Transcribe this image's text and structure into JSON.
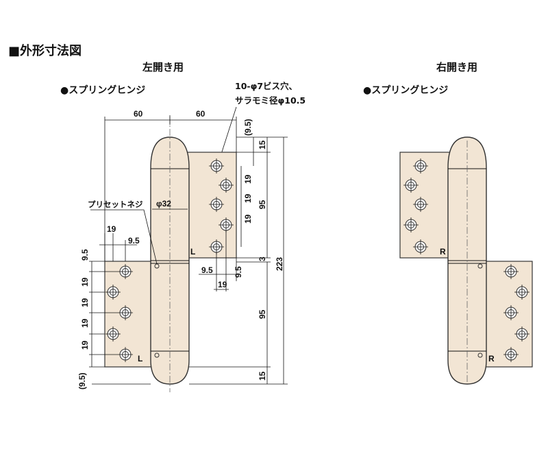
{
  "header": {
    "title": "■外形寸法図"
  },
  "left_view": {
    "title": "左開き用",
    "subtitle": "●スプリングヒンジ",
    "callout_line1": "10-φ7ビス穴、",
    "callout_line2": "サラモミ径φ10.5",
    "preset_label": "プリセットネジ",
    "diameter_label": "φ32",
    "leaf_mark_upper": "L",
    "leaf_mark_lower": "L",
    "dims": {
      "top_left_60": "60",
      "top_right_60": "60",
      "upper_95": "(9.5)",
      "right_15_top": "15",
      "right_19_a": "19",
      "right_19_b": "19",
      "right_19_c": "19",
      "right_95": "95",
      "right_3": "3",
      "right_223": "223",
      "bottom_9_5": "9.5",
      "bottom_19": "19",
      "bottom_9_5_r": "9.5",
      "left_19_top": "19",
      "left_9_5_top": "9.5",
      "left_9_5_side": "9.5",
      "left_19_a": "19",
      "left_19_b": "19",
      "left_19_c": "19",
      "left_19_d": "19",
      "lower_95": "95",
      "lower_15": "15",
      "lower_9_5": "(9.5)"
    }
  },
  "right_view": {
    "title": "右開き用",
    "subtitle": "●スプリングヒンジ",
    "leaf_mark_upper": "R",
    "leaf_mark_lower": "R"
  }
}
